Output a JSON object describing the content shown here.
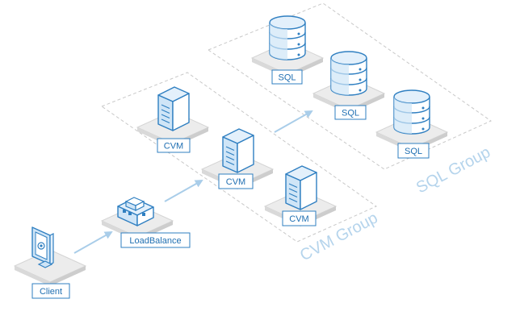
{
  "colors": {
    "accent": "#2f7fc1",
    "icon_fill": "#cfe5f7",
    "platform": "#e6e6e6",
    "group_text": "#b5d4ec",
    "arrow": "#a9cde9",
    "dashed_border": "#c8c8c8"
  },
  "nodes": {
    "client": {
      "label": "Client",
      "icon": "monitor-icon"
    },
    "loadbalance": {
      "label": "LoadBalance",
      "icon": "building-icon"
    },
    "cvm1": {
      "label": "CVM",
      "icon": "server-icon"
    },
    "cvm2": {
      "label": "CVM",
      "icon": "server-icon"
    },
    "cvm3": {
      "label": "CVM",
      "icon": "server-icon"
    },
    "sql1": {
      "label": "SQL",
      "icon": "database-icon"
    },
    "sql2": {
      "label": "SQL",
      "icon": "database-icon"
    },
    "sql3": {
      "label": "SQL",
      "icon": "database-icon"
    }
  },
  "groups": {
    "cvm_group": "CVM Group",
    "sql_group": "SQL Group"
  }
}
